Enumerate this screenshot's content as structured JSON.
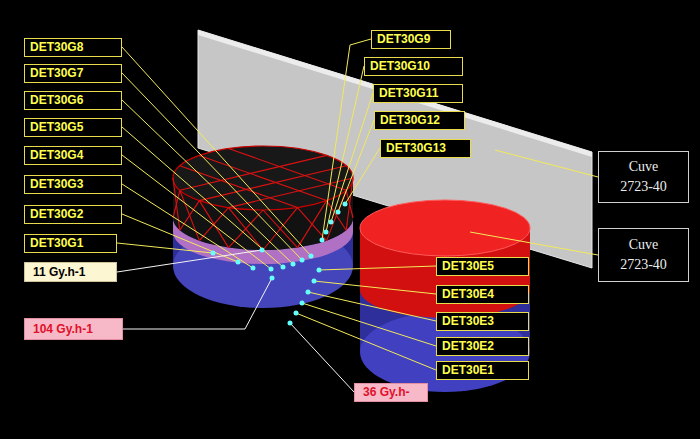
{
  "diagram": {
    "nodes": [
      {
        "text": [
          "DET30G8"
        ]
      },
      {
        "text": [
          "DET30G7"
        ]
      },
      {
        "text": [
          "DET30G6"
        ]
      },
      {
        "text": [
          "DET30G5"
        ]
      },
      {
        "text": [
          "DET30G4"
        ]
      },
      {
        "text": [
          "DET30G3"
        ]
      },
      {
        "text": [
          "DET30G2"
        ]
      },
      {
        "text": [
          "DET30G1"
        ]
      },
      {
        "text": [
          "11 Gy.h-1"
        ]
      },
      {
        "text": [
          "104 Gy.h-1"
        ]
      },
      {
        "text": [
          "DET30G9"
        ]
      },
      {
        "text": [
          "DET30G10"
        ]
      },
      {
        "text": [
          "DET30G11"
        ]
      },
      {
        "text": [
          "DET30G12"
        ]
      },
      {
        "text": [
          "DET30G13"
        ]
      },
      {
        "text": [
          "Cuve 2723-40"
        ]
      },
      {
        "text": [
          "Cuve 2723-40"
        ]
      },
      {
        "text": [
          "DET30E5"
        ]
      },
      {
        "text": [
          "DET30E4"
        ]
      },
      {
        "text": [
          "DET30E3"
        ]
      },
      {
        "text": [
          "DET30E2"
        ]
      },
      {
        "text": [
          "DET30E1"
        ]
      },
      {
        "text": [
          "36 Gy.h-"
        ]
      }
    ]
  }
}
